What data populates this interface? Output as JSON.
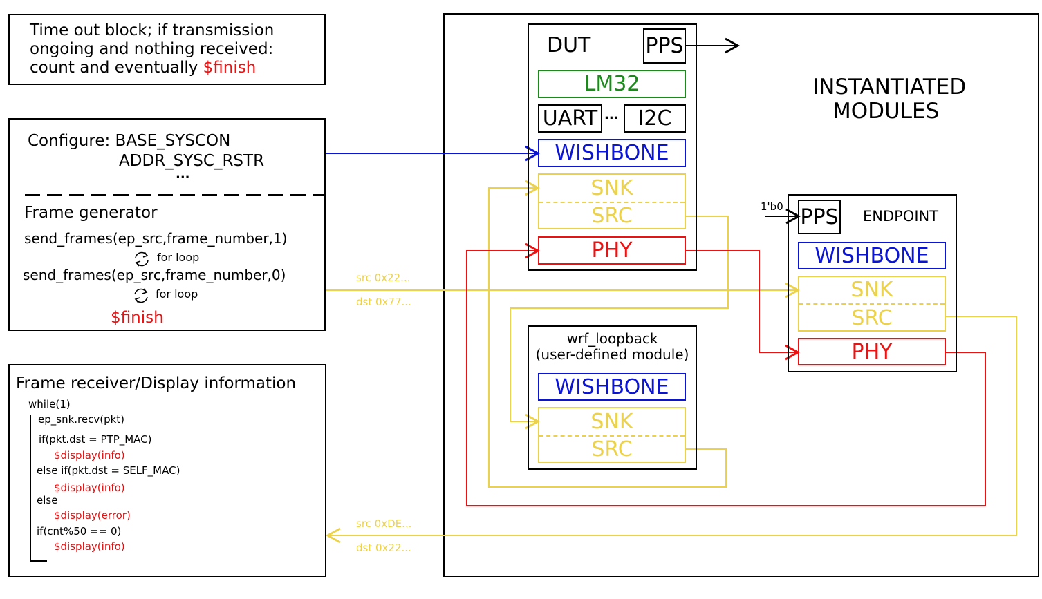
{
  "timeout": {
    "line1": "Time out block; if transmission",
    "line2": "ongoing and nothing received:",
    "line3": "count and eventually ",
    "finish": "$finish"
  },
  "configure": {
    "label": "Configure: BASE_SYSCON",
    "line2": "ADDR_SYSC_RSTR",
    "ellipsis": "...",
    "frame_gen": "Frame generator",
    "send1": "send_frames(ep_src,frame_number,1)",
    "loop1": "for loop",
    "send2": "send_frames(ep_src,frame_number,0)",
    "loop2": "for loop",
    "finish": "$finish"
  },
  "receiver": {
    "title": "Frame receiver/Display information",
    "lines": [
      {
        "text": "while(1)",
        "color": "#000000"
      },
      {
        "text": "ep_snk.recv(pkt)",
        "color": "#000000"
      },
      {
        "text": "if(pkt.dst = PTP_MAC)",
        "color": "#000000"
      },
      {
        "text": "$display(info)",
        "color": "#e11111"
      },
      {
        "text": "else if(pkt.dst = SELF_MAC)",
        "color": "#000000"
      },
      {
        "text": "$display(info)",
        "color": "#e11111"
      },
      {
        "text": "else",
        "color": "#000000"
      },
      {
        "text": "$display(error)",
        "color": "#e11111"
      },
      {
        "text": "if(cnt%50 == 0)",
        "color": "#000000"
      },
      {
        "text": "$display(info)",
        "color": "#e11111"
      }
    ]
  },
  "signals": {
    "src_top": "src 0x22...",
    "dst_top": "dst 0x77...",
    "src_bottom": "src 0xDE...",
    "dst_bottom": "dst 0x22..."
  },
  "instantiated": {
    "line1": "INSTANTIATED",
    "line2": "MODULES"
  },
  "dut": {
    "title": "DUT",
    "pps": "PPS",
    "lm32": "LM32",
    "uart": "UART",
    "dots": "...",
    "i2c": "I2C",
    "wishbone": "WISHBONE",
    "snk": "SNK",
    "src": "SRC",
    "phy": "PHY"
  },
  "endpoint": {
    "title": "ENDPOINT",
    "input": "1'b0",
    "pps": "PPS",
    "wishbone": "WISHBONE",
    "snk": "SNK",
    "src": "SRC",
    "phy": "PHY"
  },
  "loopback": {
    "title1": "wrf_loopback",
    "title2": "(user-defined module)",
    "wishbone": "WISHBONE",
    "snk": "SNK",
    "src": "SRC"
  },
  "colors": {
    "wishbone": "#0a14d6",
    "lm32": "#1a8a1a",
    "fabric": "#ecd24a",
    "phy": "#e11111"
  }
}
